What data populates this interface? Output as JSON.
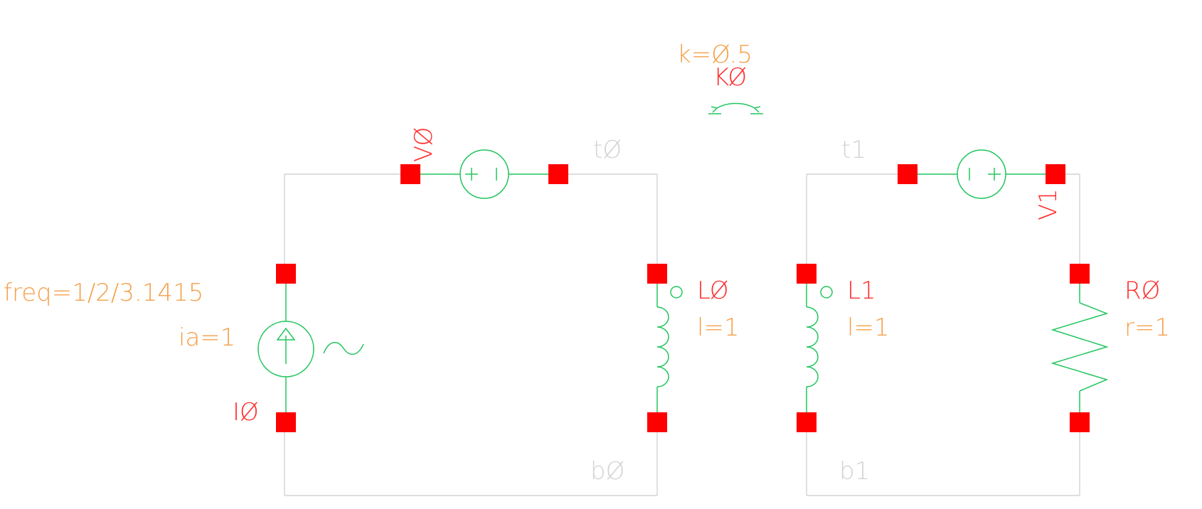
{
  "colors": {
    "wire": "#d3d3d3",
    "component": "#22c55e",
    "pin": "#ff0000",
    "name_label": "#ff2d2d",
    "param_label": "#f5a04a",
    "node_label": "#d3d3d3"
  },
  "coupling": {
    "param": "k=Ø.5",
    "name": "KØ"
  },
  "nodes": {
    "t0": "tØ",
    "b0": "bØ",
    "t1": "t1",
    "b1": "b1"
  },
  "components": {
    "I0": {
      "name": "IØ",
      "ia": "ia=1",
      "freq": "freq=1/2/3.1415"
    },
    "V0": {
      "name": "VØ"
    },
    "V1": {
      "name": "V1"
    },
    "L0": {
      "name": "LØ",
      "value": "l=1"
    },
    "L1": {
      "name": "L1",
      "value": "l=1"
    },
    "R0": {
      "name": "RØ",
      "value": "r=1"
    }
  }
}
